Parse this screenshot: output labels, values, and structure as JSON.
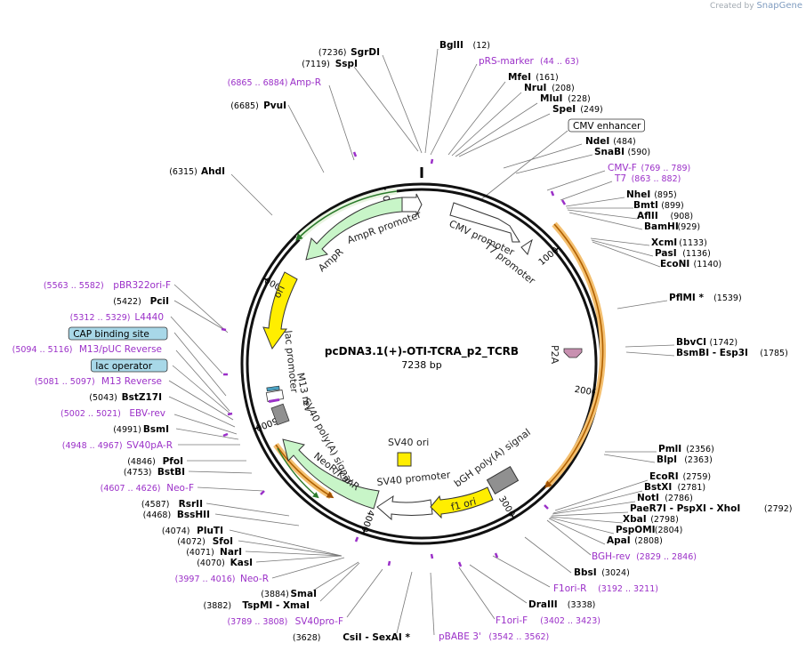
{
  "credit": {
    "prefix": "Created by",
    "brand": "SnapGene"
  },
  "plasmid": {
    "name": "pcDNA3.1(+)-OTI-TCRA_p2_TCRB",
    "length_label": "7238 bp",
    "total_bp": 7238
  },
  "colors": {
    "feature_purple": "#9b30c8",
    "site_black": "#000000",
    "cds_green": "#c8f5c8",
    "orf_orange": "#f0a020",
    "ori_yellow": "#ffee00",
    "lac_box": "#a8d8e8",
    "p2a_pink": "#c890b0",
    "polyA_gray": "#909090"
  },
  "ticks": [
    "1000",
    "2000",
    "3000",
    "4000",
    "5000",
    "6000",
    "7000"
  ],
  "ring_labels": {
    "cmv_promoter": "CMV promoter",
    "t7_promoter": "T7 promoter",
    "p2a": "P2A",
    "bgh_polya": "bGH poly(A) signal",
    "f1_ori": "f1 ori",
    "sv40_promoter": "SV40 promoter",
    "sv40_ori": "SV40 ori",
    "neor": "NeoR/KanR",
    "sv40_polya": "SV40 poly(A) signal",
    "m13_rev": "M13 rev",
    "lac_promoter": "lac promoter",
    "ori": "ori",
    "ampr": "AmpR",
    "ampr_promoter": "AmpR promoter"
  },
  "labels": [
    {
      "id": "sgrdi",
      "name": "SgrDI",
      "pos": "(7236)",
      "kind": "site",
      "align": "right"
    },
    {
      "id": "sspi",
      "name": "SspI",
      "pos": "(7119)",
      "kind": "site",
      "align": "right"
    },
    {
      "id": "bglii",
      "name": "BglII",
      "pos": "(12)",
      "kind": "site",
      "align": "left"
    },
    {
      "id": "prs",
      "name": "pRS-marker",
      "pos": "(44 .. 63)",
      "kind": "feature",
      "align": "left"
    },
    {
      "id": "mfei",
      "name": "MfeI",
      "pos": "(161)",
      "kind": "site",
      "align": "left"
    },
    {
      "id": "nrui",
      "name": "NruI",
      "pos": "(208)",
      "kind": "site",
      "align": "left"
    },
    {
      "id": "mlui",
      "name": "MluI",
      "pos": "(228)",
      "kind": "site",
      "align": "left"
    },
    {
      "id": "spei",
      "name": "SpeI",
      "pos": "(249)",
      "kind": "site",
      "align": "left"
    },
    {
      "id": "cmvenh",
      "name": "CMV enhancer",
      "pos": "",
      "kind": "box",
      "align": "left"
    },
    {
      "id": "ndei",
      "name": "NdeI",
      "pos": "(484)",
      "kind": "site",
      "align": "left"
    },
    {
      "id": "snabi",
      "name": "SnaBI",
      "pos": "(590)",
      "kind": "site",
      "align": "left"
    },
    {
      "id": "cmvf",
      "name": "CMV-F",
      "pos": "(769 .. 789)",
      "kind": "feature",
      "align": "left"
    },
    {
      "id": "t7",
      "name": "T7",
      "pos": "(863 .. 882)",
      "kind": "feature",
      "align": "left"
    },
    {
      "id": "nhei",
      "name": "NheI",
      "pos": "(895)",
      "kind": "site",
      "align": "left"
    },
    {
      "id": "bmti",
      "name": "BmtI",
      "pos": "(899)",
      "kind": "site",
      "align": "left"
    },
    {
      "id": "aflii",
      "name": "AflII",
      "pos": "(908)",
      "kind": "site",
      "align": "left"
    },
    {
      "id": "bamhi",
      "name": "BamHI",
      "pos": "(929)",
      "kind": "site",
      "align": "left"
    },
    {
      "id": "xcmi",
      "name": "XcmI",
      "pos": "(1133)",
      "kind": "site",
      "align": "left"
    },
    {
      "id": "pasi",
      "name": "PasI",
      "pos": "(1136)",
      "kind": "site",
      "align": "left"
    },
    {
      "id": "econi",
      "name": "EcoNI",
      "pos": "(1140)",
      "kind": "site",
      "align": "left"
    },
    {
      "id": "pflmi",
      "name": "PflMI *",
      "pos": "(1539)",
      "kind": "site",
      "align": "left"
    },
    {
      "id": "bbvci",
      "name": "BbvCI",
      "pos": "(1742)",
      "kind": "site",
      "align": "left"
    },
    {
      "id": "bsmbi",
      "name": "BsmBI  - Esp3I",
      "pos": "(1785)",
      "kind": "site",
      "align": "left"
    },
    {
      "id": "pmli",
      "name": "PmlI",
      "pos": "(2356)",
      "kind": "site",
      "align": "left"
    },
    {
      "id": "blpi",
      "name": "BlpI",
      "pos": "(2363)",
      "kind": "site",
      "align": "left"
    },
    {
      "id": "ecori",
      "name": "EcoRI",
      "pos": "(2759)",
      "kind": "site",
      "align": "left"
    },
    {
      "id": "bstxi",
      "name": "BstXI",
      "pos": "(2781)",
      "kind": "site",
      "align": "left"
    },
    {
      "id": "noti",
      "name": "NotI",
      "pos": "(2786)",
      "kind": "site",
      "align": "left"
    },
    {
      "id": "paer7i",
      "name": "PaeR7I  - PspXI  - XhoI",
      "pos": "(2792)",
      "kind": "site",
      "align": "left"
    },
    {
      "id": "xbai",
      "name": "XbaI",
      "pos": "(2798)",
      "kind": "site",
      "align": "left"
    },
    {
      "id": "pspomi",
      "name": "PspOMI",
      "pos": "(2804)",
      "kind": "site",
      "align": "left"
    },
    {
      "id": "apai",
      "name": "ApaI",
      "pos": "(2808)",
      "kind": "site",
      "align": "left"
    },
    {
      "id": "bghrev",
      "name": "BGH-rev",
      "pos": "(2829 .. 2846)",
      "kind": "feature",
      "align": "left"
    },
    {
      "id": "bbsi",
      "name": "BbsI",
      "pos": "(3024)",
      "kind": "site",
      "align": "left"
    },
    {
      "id": "f1orir",
      "name": "F1ori-R",
      "pos": "(3192 .. 3211)",
      "kind": "feature",
      "align": "left"
    },
    {
      "id": "draiii",
      "name": "DraIII",
      "pos": "(3338)",
      "kind": "site",
      "align": "left"
    },
    {
      "id": "f1orif",
      "name": "F1ori-F",
      "pos": "(3402 .. 3423)",
      "kind": "feature",
      "align": "left"
    },
    {
      "id": "pbabe",
      "name": "pBABE 3'",
      "pos": "(3542 .. 3562)",
      "kind": "feature",
      "align": "left"
    },
    {
      "id": "csii",
      "name": "CsiI  - SexAI *",
      "pos": "(3628)",
      "kind": "site",
      "align": "right"
    },
    {
      "id": "sv40prof",
      "name": "SV40pro-F",
      "pos": "(3789 .. 3808)",
      "kind": "feature",
      "align": "right"
    },
    {
      "id": "tspmi",
      "name": "TspMI  - XmaI",
      "pos": "(3882)",
      "kind": "site",
      "align": "right"
    },
    {
      "id": "smai",
      "name": "SmaI",
      "pos": "(3884)",
      "kind": "site",
      "align": "right"
    },
    {
      "id": "neor",
      "name": "Neo-R",
      "pos": "(3997 .. 4016)",
      "kind": "feature",
      "align": "right"
    },
    {
      "id": "kasi",
      "name": "KasI",
      "pos": "(4070)",
      "kind": "site",
      "align": "right"
    },
    {
      "id": "nari",
      "name": "NarI",
      "pos": "(4071)",
      "kind": "site",
      "align": "right"
    },
    {
      "id": "sfoi",
      "name": "SfoI",
      "pos": "(4072)",
      "kind": "site",
      "align": "right"
    },
    {
      "id": "pluti",
      "name": "PluTI",
      "pos": "(4074)",
      "kind": "site",
      "align": "right"
    },
    {
      "id": "bsshii",
      "name": "BssHII",
      "pos": "(4468)",
      "kind": "site",
      "align": "right"
    },
    {
      "id": "rsrii",
      "name": "RsrII",
      "pos": "(4587)",
      "kind": "site",
      "align": "right"
    },
    {
      "id": "neof",
      "name": "Neo-F",
      "pos": "(4607 .. 4626)",
      "kind": "feature",
      "align": "right"
    },
    {
      "id": "bstbi",
      "name": "BstBI",
      "pos": "(4753)",
      "kind": "site",
      "align": "right"
    },
    {
      "id": "pfoi",
      "name": "PfoI",
      "pos": "(4846)",
      "kind": "site",
      "align": "right"
    },
    {
      "id": "sv40par",
      "name": "SV40pA-R",
      "pos": "(4948 .. 4967)",
      "kind": "feature",
      "align": "right"
    },
    {
      "id": "bsmi",
      "name": "BsmI",
      "pos": "(4991)",
      "kind": "site",
      "align": "right"
    },
    {
      "id": "ebvrev",
      "name": "EBV-rev",
      "pos": "(5002 .. 5021)",
      "kind": "feature",
      "align": "right"
    },
    {
      "id": "bstz17i",
      "name": "BstZ17I",
      "pos": "(5043)",
      "kind": "site",
      "align": "right"
    },
    {
      "id": "m13rev",
      "name": "M13 Reverse",
      "pos": "(5081 .. 5097)",
      "kind": "feature",
      "align": "right"
    },
    {
      "id": "lacop",
      "name": "lac operator",
      "pos": "",
      "kind": "box",
      "align": "right"
    },
    {
      "id": "m13puc",
      "name": "M13/pUC Reverse",
      "pos": "(5094 .. 5116)",
      "kind": "feature",
      "align": "right"
    },
    {
      "id": "cap",
      "name": "CAP binding site",
      "pos": "",
      "kind": "box",
      "align": "right"
    },
    {
      "id": "l4440",
      "name": "L4440",
      "pos": "(5312 .. 5329)",
      "kind": "feature",
      "align": "right"
    },
    {
      "id": "pcii",
      "name": "PciI",
      "pos": "(5422)",
      "kind": "site",
      "align": "right"
    },
    {
      "id": "pbr322",
      "name": "pBR322ori-F",
      "pos": "(5563 .. 5582)",
      "kind": "feature",
      "align": "right"
    },
    {
      "id": "ahdi",
      "name": "AhdI",
      "pos": "(6315)",
      "kind": "site",
      "align": "right"
    },
    {
      "id": "pvui",
      "name": "PvuI",
      "pos": "(6685)",
      "kind": "site",
      "align": "right"
    },
    {
      "id": "ampr",
      "name": "Amp-R",
      "pos": "(6865 .. 6884)",
      "kind": "feature",
      "align": "right"
    }
  ]
}
